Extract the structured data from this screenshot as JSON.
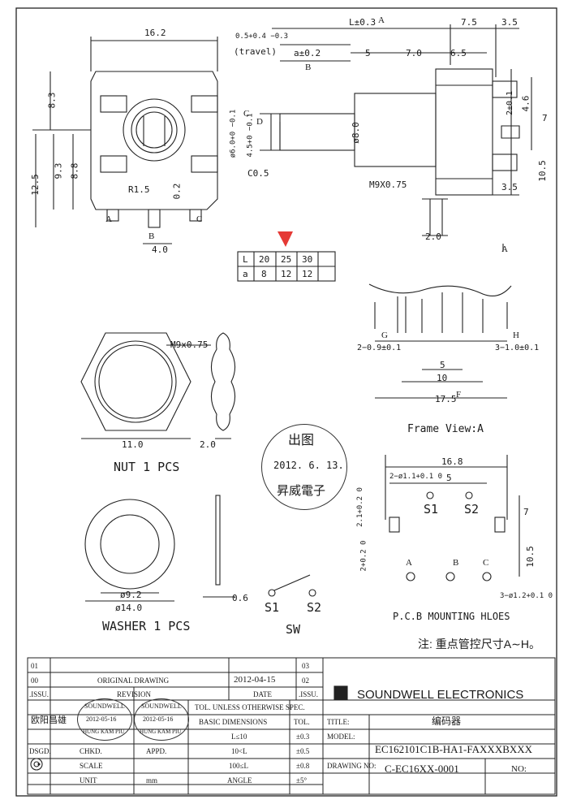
{
  "front_view": {
    "width_dim": "16.2",
    "h1": "8.3",
    "h2": "12.5",
    "h3": "9.3",
    "h4": "8.8",
    "radius": "R1.5",
    "right_dim": "0.2",
    "pin_a": "A",
    "pin_b": "B",
    "pin_c": "C",
    "pitch": "4.0"
  },
  "side_view": {
    "total_len": "L±0.3",
    "label_a": "A",
    "d75": "7.5",
    "d35": "3.5",
    "travel_tol": "0.5+0.4 −0.3",
    "travel": "(travel)",
    "a_tol": "a±0.2",
    "label_b": "B",
    "d5": "5",
    "d70": "7.0",
    "d65": "6.5",
    "label_c": "C",
    "label_d": "D",
    "shaft_dia": "ø6.0+0 −0.1",
    "flat": "4.5+0 −0.1",
    "bush_dia": "ø8.0",
    "chamfer": "C0.5",
    "thread": "M9X0.75",
    "pin_h": "2±0.1",
    "d46": "4.6",
    "d7": "7",
    "d105": "10.5",
    "d35b": "3.5",
    "d20": "2.0",
    "view_a": "A"
  },
  "table": {
    "row1": [
      "L",
      "20",
      "25",
      "30"
    ],
    "row2": [
      "a",
      "8",
      "12",
      "12"
    ]
  },
  "frame_view": {
    "label_g": "G",
    "label_h": "H",
    "g_dim": "2−0.9±0.1",
    "h_dim": "3−1.0±0.1",
    "d5": "5",
    "d10": "10",
    "d175": "17.5",
    "label_f": "F",
    "caption": "Frame View:A"
  },
  "nut": {
    "thread": "M9x0.75",
    "width": "11.0",
    "thick": "2.0",
    "caption": "NUT 1 PCS"
  },
  "washer": {
    "inner": "ø9.2",
    "outer": "ø14.0",
    "thick": "0.6",
    "caption": "WASHER  1 PCS"
  },
  "switch": {
    "s1": "S1",
    "s2": "S2",
    "label": "SW"
  },
  "stamp_main": {
    "line1": "出图",
    "line2": "2012. 6. 13.",
    "line3": "昇威電子"
  },
  "pcb": {
    "width": "16.8",
    "hole_sw": "2−ø1.1+0.1 0",
    "d5": "5",
    "s1": "S1",
    "s2": "S2",
    "d21": "2.1+0.2 0",
    "d7": "7",
    "d2": "2+0.2 0",
    "d105": "10.5",
    "a": "A",
    "b": "B",
    "c": "C",
    "hole_main": "3−ø1.2+0.1 0",
    "caption": "P.C.B MOUNTING HLOES"
  },
  "note": "注: 重点管控尺寸A∼H。",
  "title_block": {
    "rev01": "01",
    "rev00": "00",
    "rev00_desc": "ORIGINAL DRAWING",
    "rev00_date": "2012-04-15",
    "issu": ".ISSU.",
    "revision": "REVISION",
    "date": "DATE",
    "r03a": "03",
    "r02": "02",
    "r03b": ".ISSU.",
    "company": "SOUNDWELL ELECTRONICS",
    "designer": "欧阳昌雄",
    "tol_title": "TOL. UNLESS OTHERWISE SPEC.",
    "basic": "BASIC DIMENSIONS",
    "tol": "TOL.",
    "r1": "L≤10",
    "r1t": "±0.3",
    "r2": "10<L",
    "r2t": "±0.5",
    "r3": "100≤L",
    "r3t": "±0.8",
    "angle": "ANGLE",
    "angle_t": "±5°",
    "dsgd": "DSGD.",
    "chkd": "CHKD.",
    "appd": "APPD.",
    "scale": "SCALE",
    "unit": "UNIT",
    "unit_v": "mm",
    "title_lbl": "TITLE:",
    "title_v": "编码器",
    "model_lbl": "MODEL:",
    "model_v": "EC162101C1B-HA1-FAXXXBXXX",
    "dwg_lbl": "DRAWING NO:",
    "dwg_v": "C-EC16XX-0001",
    "no_lbl": "NO:",
    "stamp_co": "SOUNDWELL",
    "stamp_date": "2012-05-16",
    "stamp_name": "HUNG KAM PIU"
  }
}
